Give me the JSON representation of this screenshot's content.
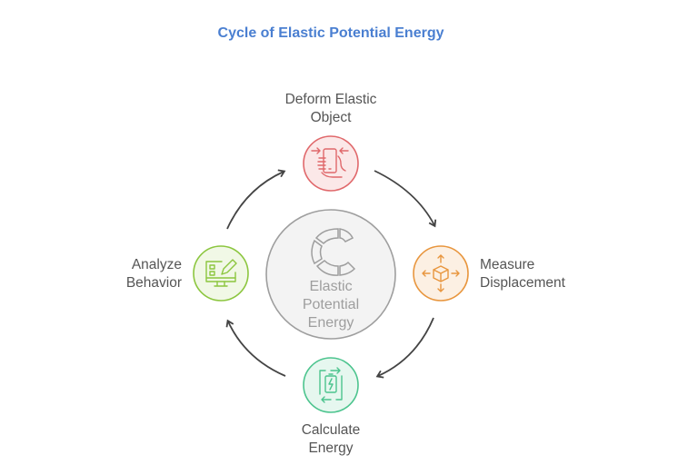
{
  "title": "Cycle of Elastic Potential Energy",
  "colors": {
    "title": "#4a7fd1",
    "deform": "#e0686b",
    "measure": "#e8963e",
    "calculate": "#4cc48e",
    "analyze": "#8cc63f",
    "center": "#9e9e9e",
    "arrow": "#444444"
  },
  "center": {
    "icon": "c-segment-icon",
    "line1": "Elastic",
    "line2": "Potential",
    "line3": "Energy"
  },
  "steps": [
    {
      "id": "deform",
      "line1": "Deform Elastic",
      "line2": "Object",
      "icon": "hand-squeeze-phone-icon"
    },
    {
      "id": "measure",
      "line1": "Measure",
      "line2": "Displacement",
      "icon": "cube-arrows-icon"
    },
    {
      "id": "calculate",
      "line1": "Calculate",
      "line2": "Energy",
      "icon": "battery-cycle-icon"
    },
    {
      "id": "analyze",
      "line1": "Analyze",
      "line2": "Behavior",
      "icon": "monitor-pencil-icon"
    }
  ]
}
